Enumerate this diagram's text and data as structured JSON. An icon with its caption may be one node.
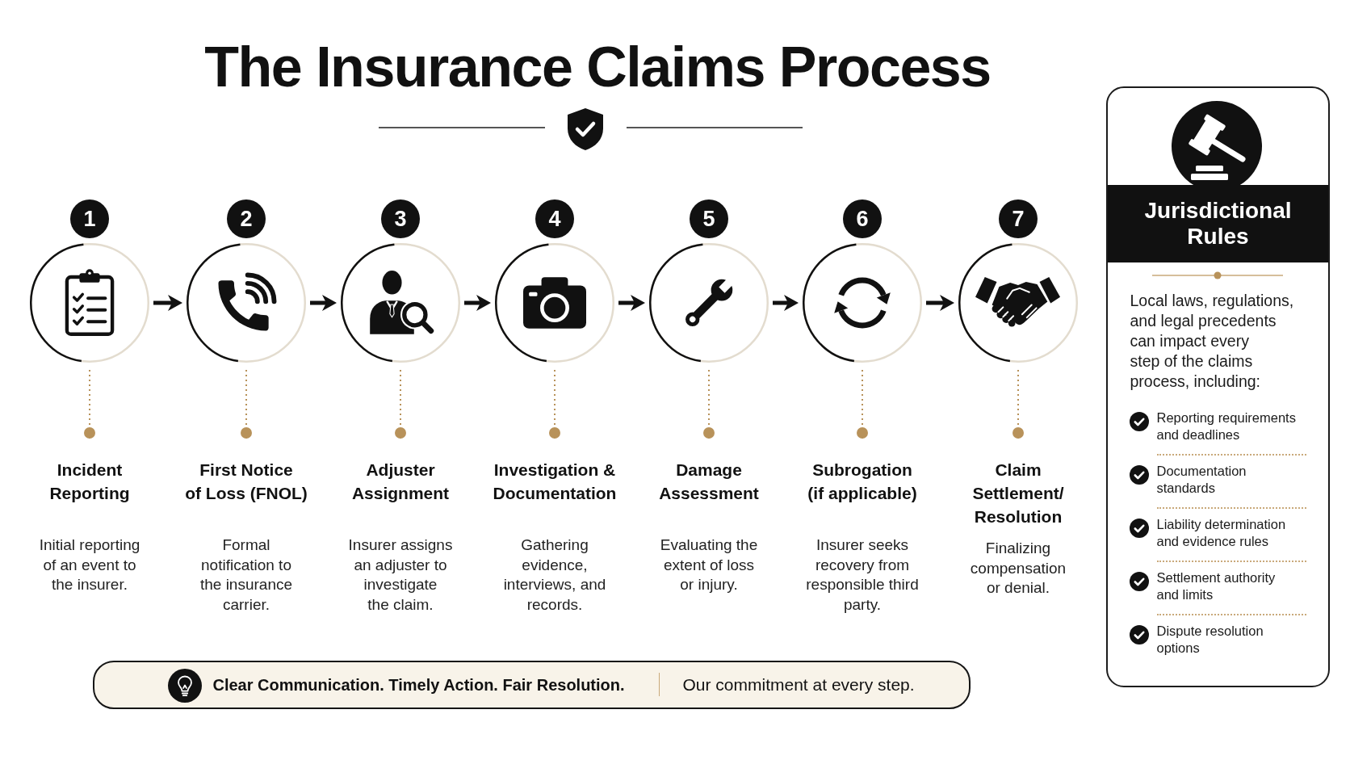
{
  "diagram": {
    "title": "The Insurance Claims Process",
    "nodes": [
      {
        "text": [],
        "shape": "circle",
        "beside": [
          "1"
        ]
      },
      {
        "text": [
          "Incident Reporting",
          "Initial reporting of an event to the insurer."
        ]
      },
      {
        "text": [],
        "shape": "circle",
        "beside": [
          "2"
        ]
      },
      {
        "text": [
          "First Notice of Loss (FNOL)",
          "Formal notification to the insurance carrier."
        ]
      },
      {
        "text": [],
        "shape": "circle",
        "beside": [
          "3"
        ]
      },
      {
        "text": [
          "Adjuster Assignment",
          "Insurer assigns an adjuster to investigate the claim."
        ]
      },
      {
        "text": [],
        "shape": "circle",
        "beside": [
          "4"
        ]
      },
      {
        "text": [
          "Investigation & Documentation",
          "Gathering evidence, interviews, and records."
        ]
      },
      {
        "text": [],
        "shape": "circle",
        "beside": [
          "5"
        ]
      },
      {
        "text": [
          "Damage Assessment",
          "Evaluating the extent of loss or injury."
        ]
      },
      {
        "text": [],
        "shape": "circle",
        "beside": [
          "6"
        ]
      },
      {
        "text": [
          "Subrogation (if applicable)",
          "Insurer seeks recovery from responsible third party."
        ]
      },
      {
        "text": [],
        "shape": "circle",
        "beside": [
          "7"
        ]
      },
      {
        "text": [
          "Claim Settlement/ Resolution",
          "Finalizing compensation or denial."
        ]
      },
      {
        "text": [
          "Local laws, regulations, and legal precedents can impact every step of the claims process, including:",
          "Reporting requirements and deadlines",
          "Documentation standards",
          "Liability determination and evidence rules",
          "Settlement authority and limits",
          "Dispute resolution options"
        ]
      },
      {
        "text": [
          "Jurisdictional Rules"
        ],
        "in": 14
      },
      {
        "text": [
          "Clear Communication. Timely Action. Fair Resolution.",
          "Our commitment at every step."
        ]
      }
    ],
    "edges": [
      {
        "from": 0,
        "to": 2,
        "arrow": "to",
        "color": "#111111"
      },
      {
        "from": 2,
        "to": 4,
        "arrow": "to",
        "color": "#111111"
      },
      {
        "from": 4,
        "to": 6,
        "arrow": "to",
        "color": "#111111"
      },
      {
        "from": 6,
        "to": 8,
        "arrow": "to",
        "color": "#111111"
      },
      {
        "from": 8,
        "to": 10,
        "arrow": "to",
        "color": "#111111"
      },
      {
        "from": 10,
        "to": 12,
        "arrow": "to",
        "color": "#111111"
      },
      {
        "from": 0,
        "to": 1,
        "arrow": "other",
        "style": "dashed",
        "color": "#b8925a"
      },
      {
        "from": 2,
        "to": 3,
        "arrow": "other",
        "style": "dashed",
        "color": "#b8925a"
      },
      {
        "from": 4,
        "to": 5,
        "arrow": "other",
        "style": "dashed",
        "color": "#b8925a"
      },
      {
        "from": 6,
        "to": 7,
        "arrow": "other",
        "style": "dashed",
        "color": "#b8925a"
      },
      {
        "from": 8,
        "to": 9,
        "arrow": "other",
        "style": "dashed",
        "color": "#b8925a"
      },
      {
        "from": 10,
        "to": 11,
        "arrow": "other",
        "style": "dashed",
        "color": "#b8925a"
      },
      {
        "from": 12,
        "to": 13,
        "arrow": "other",
        "style": "dashed",
        "color": "#b8925a"
      }
    ]
  }
}
